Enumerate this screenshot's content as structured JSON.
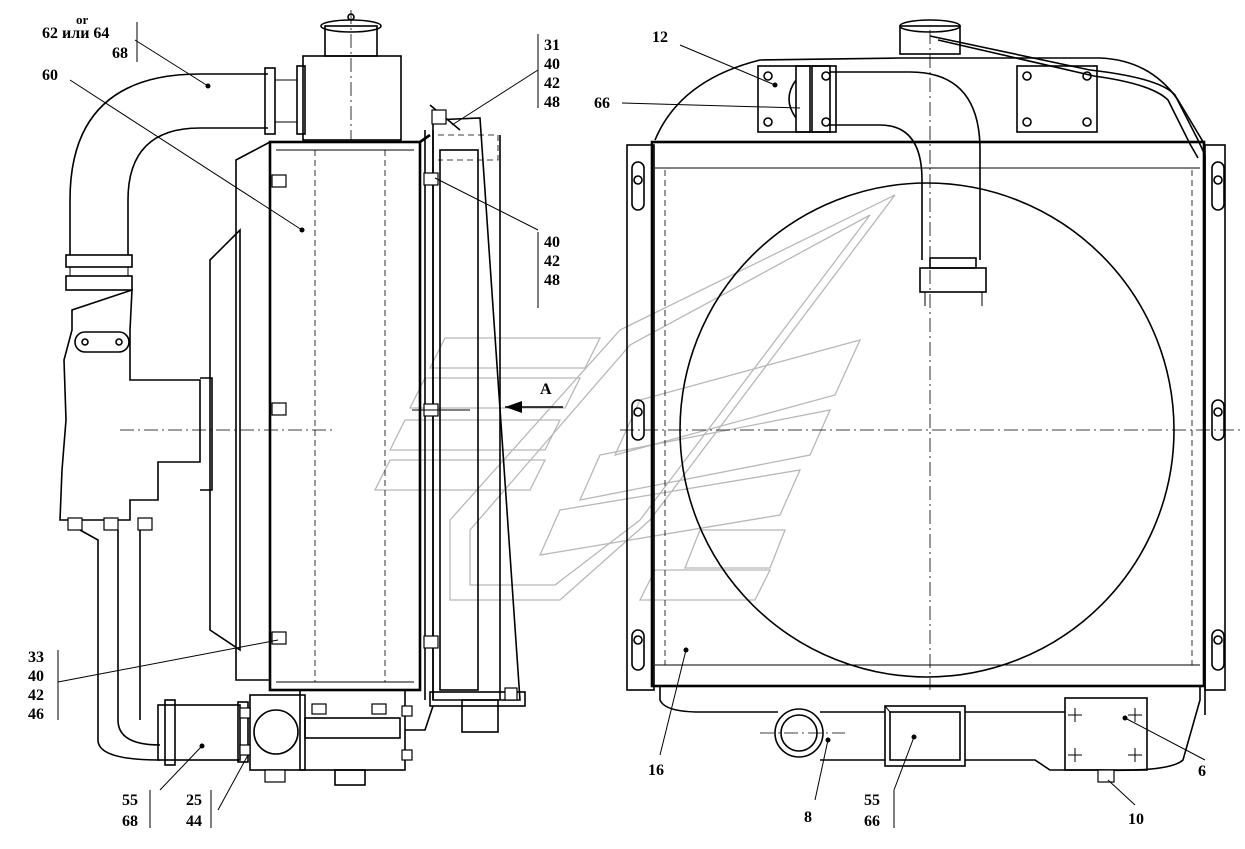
{
  "drawing": {
    "view_arrow_label": "A",
    "left_view": {
      "callouts": {
        "pipe_top": {
          "lines": [
            "62 или 64",
            "68"
          ],
          "note": "or"
        },
        "body": {
          "lines": [
            "60"
          ]
        },
        "fan_top": {
          "lines": [
            "31",
            "40",
            "42",
            "48"
          ]
        },
        "fan_mid": {
          "lines": [
            "40",
            "42",
            "48"
          ]
        },
        "lower_bolts": {
          "lines": [
            "33",
            "40",
            "42",
            "46"
          ]
        },
        "hose_low": {
          "lines": [
            "55",
            "68"
          ]
        },
        "clamp_low": {
          "lines": [
            "25",
            "44"
          ]
        }
      }
    },
    "right_view": {
      "callouts": {
        "bracket": {
          "lines": [
            "12"
          ]
        },
        "hose_clamp": {
          "lines": [
            "66"
          ]
        },
        "core": {
          "lines": [
            "16"
          ]
        },
        "outlet": {
          "lines": [
            "8"
          ]
        },
        "coupling": {
          "lines": [
            "55",
            "66"
          ]
        },
        "plate": {
          "lines": [
            "6"
          ]
        },
        "drain": {
          "lines": [
            "10"
          ]
        }
      }
    }
  }
}
